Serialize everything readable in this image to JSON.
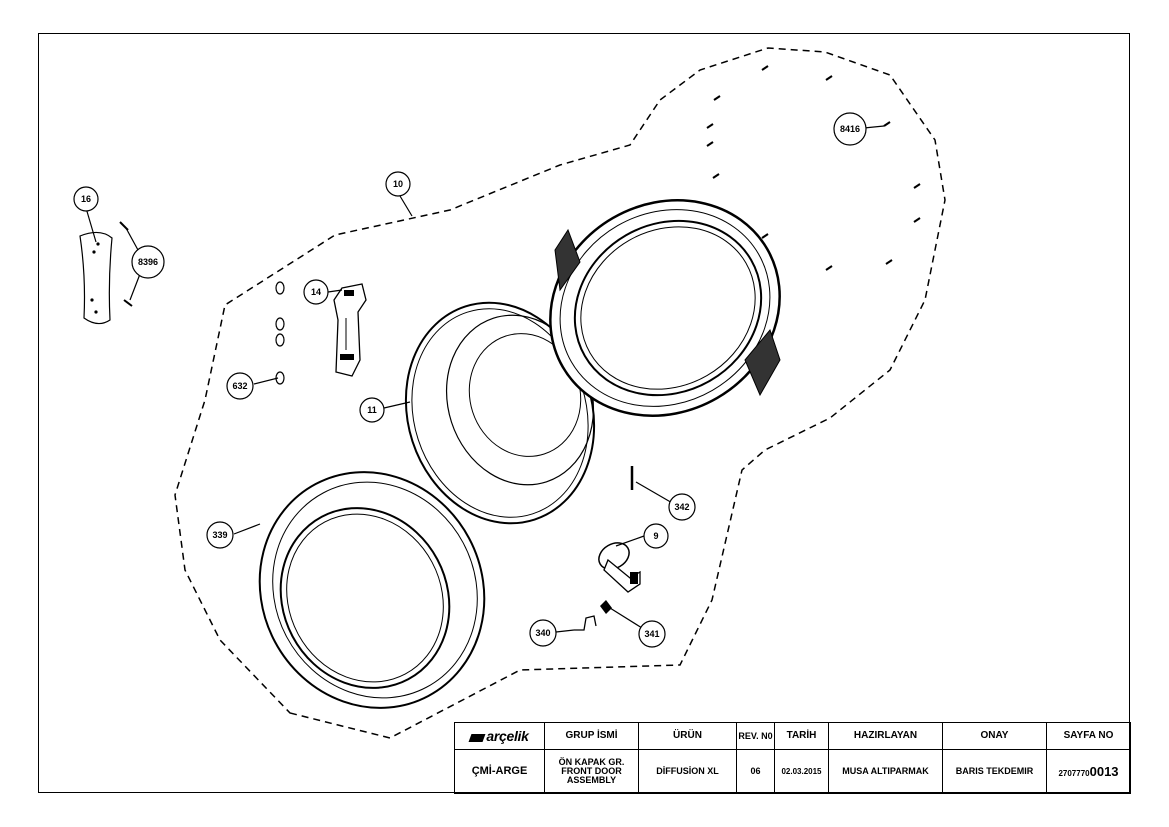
{
  "callouts": {
    "c16": "16",
    "c8396": "8396",
    "c10": "10",
    "c14": "14",
    "c632": "632",
    "c11": "11",
    "c339": "339",
    "c8416": "8416",
    "c342": "342",
    "c9": "9",
    "c340": "340",
    "c341": "341"
  },
  "title_block": {
    "logo": "arçelik",
    "headers": {
      "group": "GRUP İSMİ",
      "product": "ÜRÜN",
      "rev": "REV. N0",
      "date": "TARİH",
      "prepared": "HAZIRLAYAN",
      "approved": "ONAY",
      "page": "SAYFA NO"
    },
    "values": {
      "department": "ÇMİ-ARGE",
      "group": "ÖN KAPAK GR.\nFRONT DOOR\nASSEMBLY",
      "product": "DİFFUSİON XL",
      "rev": "06",
      "date": "02.03.2015",
      "prepared": "MUSA ALTIPARMAK",
      "approved": "BARIS TEKDEMIR",
      "page_prefix": "2707770",
      "page_suffix": "0013"
    }
  }
}
